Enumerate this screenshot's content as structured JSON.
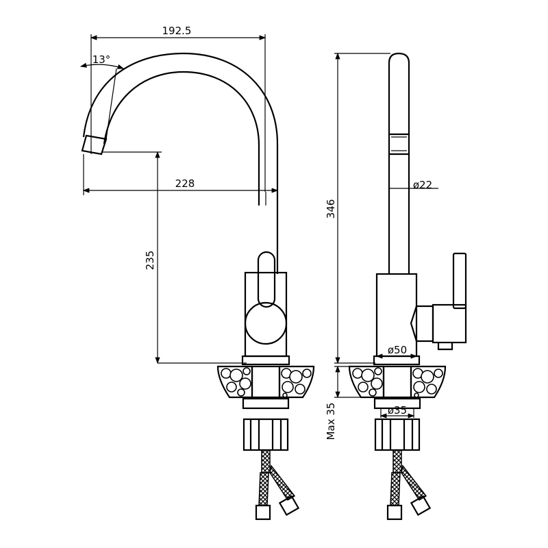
{
  "title": "Kitchen faucet technical drawing",
  "dimensions": {
    "spout_reach": "192.5",
    "spout_angle": "13°",
    "overall_reach": "228",
    "spout_height": "235",
    "total_height": "346",
    "column_diameter": "ø22",
    "base_diameter": "ø50",
    "shank_diameter": "ø35",
    "max_deck_thickness": "Max 35"
  }
}
